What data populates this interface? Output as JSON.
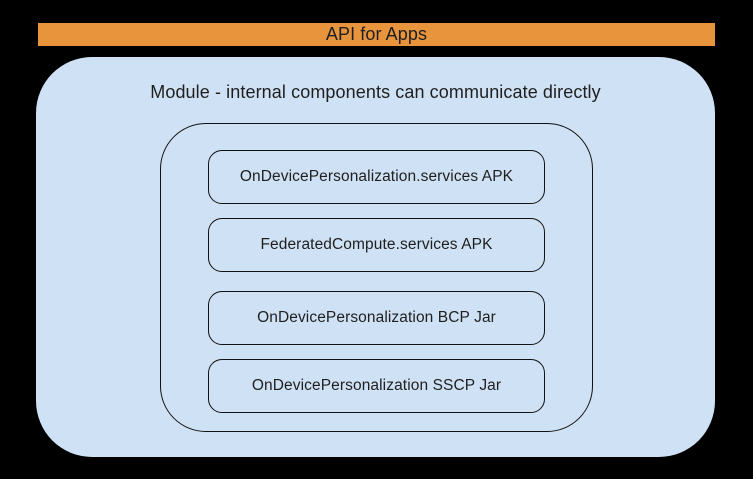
{
  "banner": {
    "label": "API for Apps",
    "bg_color": "#E8943D",
    "text_color": "#1F1F1F"
  },
  "module": {
    "title": "Module - internal components can communicate directly",
    "bg_color": "#CFE1F4",
    "outline_color": "#111111",
    "components": [
      {
        "label": "OnDevicePersonalization.services APK"
      },
      {
        "label": "FederatedCompute.services APK"
      },
      {
        "label": "OnDevicePersonalization BCP Jar"
      },
      {
        "label": "OnDevicePersonalization SSCP Jar"
      }
    ]
  },
  "page": {
    "background_color": "#000000"
  }
}
